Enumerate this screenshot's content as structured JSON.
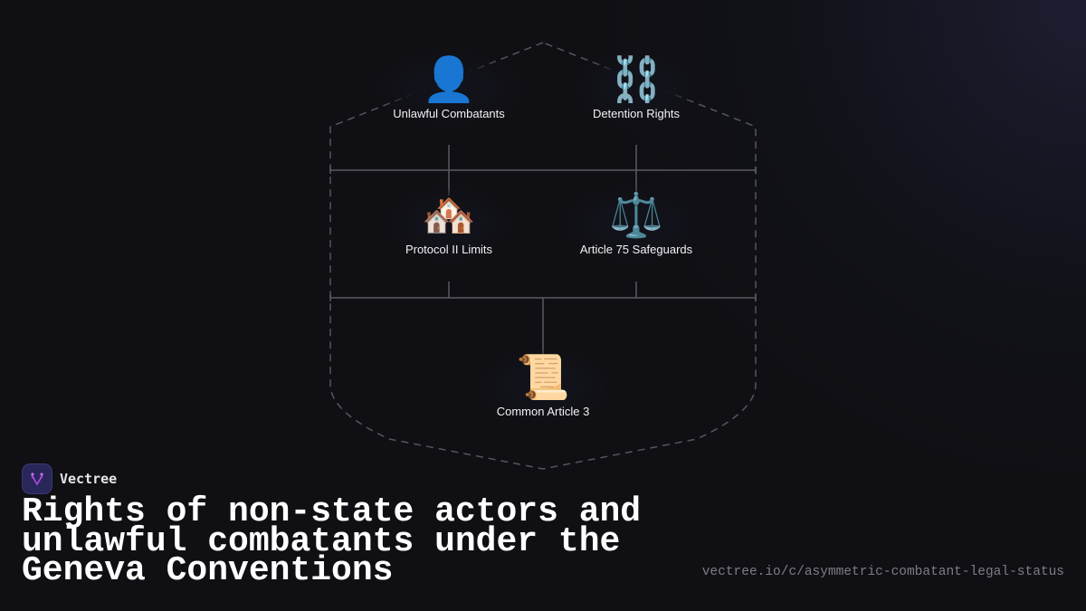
{
  "diagram": {
    "nodes": [
      {
        "id": "unlawful-combatants",
        "icon": "👤",
        "icon_name": "person-silhouette-icon",
        "label": "Unlawful Combatants"
      },
      {
        "id": "detention-rights",
        "icon": "⛓️",
        "icon_name": "chains-icon",
        "label": "Detention Rights"
      },
      {
        "id": "protocol-ii-limits",
        "icon": "🏘️",
        "icon_name": "houses-icon",
        "label": "Protocol II Limits"
      },
      {
        "id": "article-75-safeguards",
        "icon": "⚖️",
        "icon_name": "balance-scale-icon",
        "label": "Article 75 Safeguards"
      },
      {
        "id": "common-article-3",
        "icon": "📜",
        "icon_name": "scroll-icon",
        "label": "Common Article 3"
      }
    ],
    "colors": {
      "connector": "#5a5a60",
      "boundary": "#55555c",
      "label": "#f2f2f4"
    }
  },
  "brand": {
    "name": "Vectree",
    "logo_bg": "#29275a",
    "logo_accent": "#b44be0"
  },
  "title": "Rights of non-state actors and unlawful combatants under the Geneva Conventions",
  "url": "vectree.io/c/asymmetric-combatant-legal-status"
}
